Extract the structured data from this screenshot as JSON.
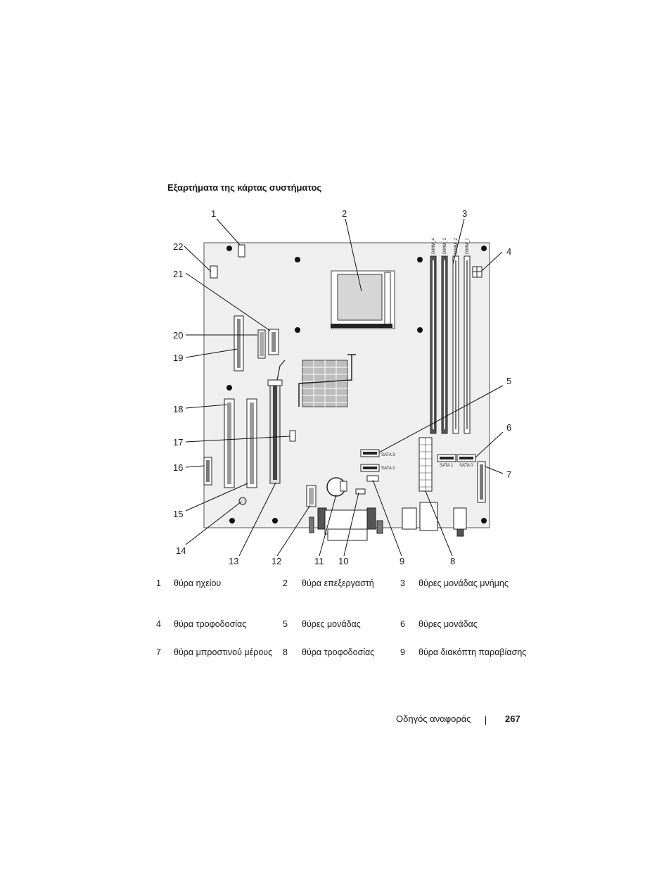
{
  "heading": "Εξαρτήματα της κάρτας συστήματος",
  "board": {
    "callouts": [
      "1",
      "2",
      "3",
      "4",
      "5",
      "6",
      "7",
      "8",
      "9",
      "10",
      "11",
      "12",
      "13",
      "14",
      "15",
      "16",
      "17",
      "18",
      "19",
      "20",
      "21",
      "22"
    ],
    "silkscreen": {
      "sata3": "SATA 3",
      "sata2": "SATA 2",
      "sata1": "SATA 1",
      "sata0": "SATA 0",
      "dimm4": "DIMM_4",
      "dimm3": "DIMM_3",
      "dimm2": "DIMM_2",
      "dimm1": "DIMM_1"
    }
  },
  "legend": [
    {
      "num": "1",
      "text": "θύρα ηχείου"
    },
    {
      "num": "2",
      "text": "θύρα επεξεργαστή"
    },
    {
      "num": "3",
      "text": "θύρες μονάδας μνήμης"
    },
    {
      "num": "4",
      "text": "θύρα τροφοδοσίας"
    },
    {
      "num": "5",
      "text": "θύρες μονάδας"
    },
    {
      "num": "6",
      "text": "θύρες μονάδας"
    },
    {
      "num": "7",
      "text": "θύρα μπροστινού μέρους"
    },
    {
      "num": "8",
      "text": "θύρα τροφοδοσίας"
    },
    {
      "num": "9",
      "text": "θύρα διακόπτη παραβίασης"
    }
  ],
  "footer": {
    "title": "Οδηγός αναφοράς",
    "page": "267"
  }
}
